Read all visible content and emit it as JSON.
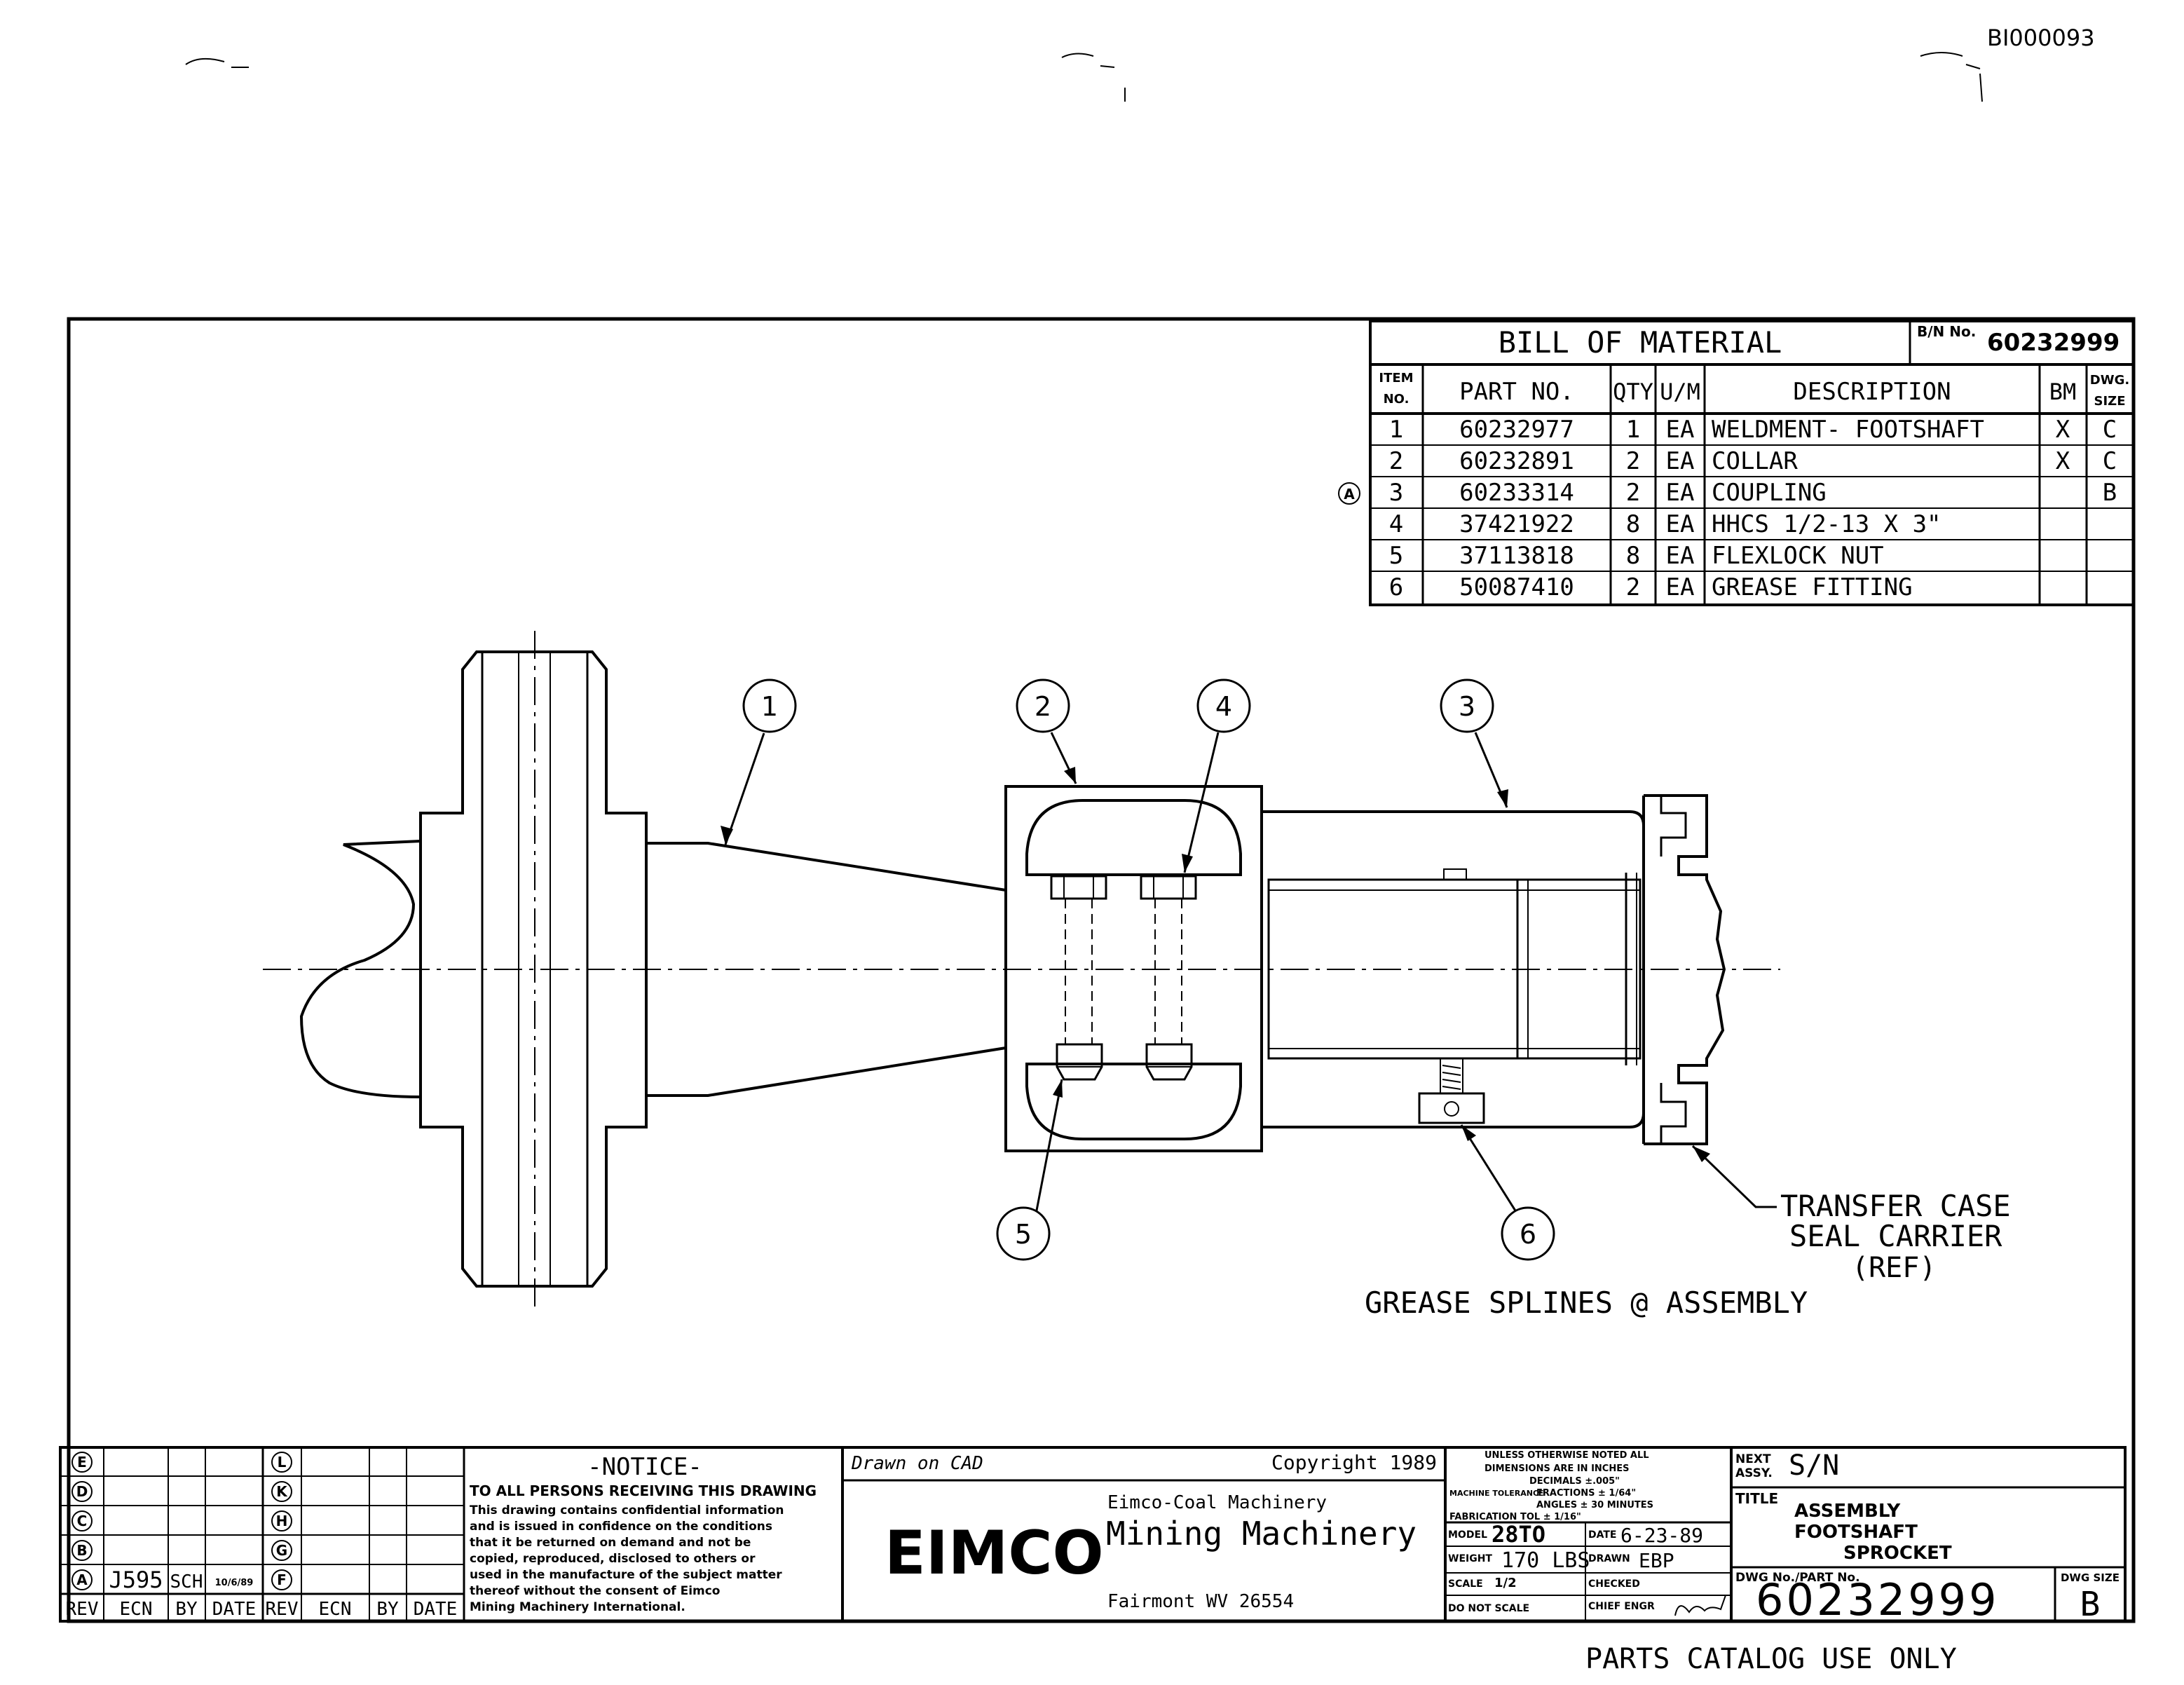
{
  "doc_id": "BI000093",
  "bom": {
    "title": "BILL OF MATERIAL",
    "bn_label": "B/N No.",
    "bn_value": "60232999",
    "headers": {
      "item": "ITEM NO.",
      "part": "PART NO.",
      "qty": "QTY",
      "um": "U/M",
      "desc": "DESCRIPTION",
      "bm": "BM",
      "size": "DWG. SIZE"
    },
    "rows": [
      {
        "item": "1",
        "part": "60232977",
        "qty": "1",
        "um": "EA",
        "desc": "WELDMENT- FOOTSHAFT",
        "bm": "X",
        "size": "C"
      },
      {
        "item": "2",
        "part": "60232891",
        "qty": "2",
        "um": "EA",
        "desc": "COLLAR",
        "bm": "X",
        "size": "C"
      },
      {
        "item": "3",
        "part": "60233314",
        "qty": "2",
        "um": "EA",
        "desc": "COUPLING",
        "bm": "",
        "size": "B"
      },
      {
        "item": "4",
        "part": "37421922",
        "qty": "8",
        "um": "EA",
        "desc": "HHCS 1/2-13 X 3\"",
        "bm": "",
        "size": ""
      },
      {
        "item": "5",
        "part": "37113818",
        "qty": "8",
        "um": "EA",
        "desc": "FLEXLOCK NUT",
        "bm": "",
        "size": ""
      },
      {
        "item": "6",
        "part": "50087410",
        "qty": "2",
        "um": "EA",
        "desc": "GREASE FITTING",
        "bm": "",
        "size": ""
      }
    ],
    "rev_marker": "A"
  },
  "callouts": [
    "1",
    "2",
    "3",
    "4",
    "5",
    "6"
  ],
  "labels": {
    "transfer_1": "TRANSFER CASE",
    "transfer_2": "SEAL CARRIER",
    "transfer_3": "(REF)",
    "grease": "GREASE SPLINES @ ASSEMBLY"
  },
  "revision_block": {
    "letters_left": [
      "E",
      "D",
      "C",
      "B",
      "A"
    ],
    "letters_right": [
      "L",
      "K",
      "H",
      "G",
      "F"
    ],
    "row_a": {
      "ecn": "J595",
      "by": "SCH",
      "date": "10/6/89"
    },
    "footer_left": [
      "REV",
      "ECN",
      "BY",
      "DATE"
    ],
    "footer_right": [
      "REV",
      "ECN",
      "BY",
      "DATE"
    ]
  },
  "notice": {
    "title": "-NOTICE-",
    "heading": "TO ALL PERSONS RECEIVING THIS DRAWING",
    "lines": [
      "This drawing contains confidential information",
      "and is issued in confidence on the conditions",
      "that it be returned on demand and not be",
      "copied, reproduced, disclosed to others or",
      "used in the manufacture of the subject matter",
      "thereof without the consent of Eimco",
      "Mining Machinery International."
    ]
  },
  "company": {
    "drawn_on": "Drawn on CAD",
    "copyright": "Copyright 1989",
    "logo": "EIMCO",
    "line1": "Eimco-Coal Machinery",
    "line2": "Mining Machinery",
    "line3": "Fairmont WV 26554"
  },
  "tolerance": {
    "l1": "UNLESS OTHERWISE NOTED ALL",
    "l2": "DIMENSIONS ARE IN INCHES",
    "l3": "DECIMALS ±.005\"",
    "machine": "MACHINE TOLERANCE",
    "l4": "FRACTIONS ± 1/64\"",
    "l5": "ANGLES ± 30 MINUTES",
    "l6": "FABRICATION TOL ± 1/16\""
  },
  "info": {
    "model_label": "MODEL",
    "model": "28TO",
    "date_label": "DATE",
    "date": "6-23-89",
    "weight_label": "WEIGHT",
    "weight": "170 LBS",
    "drawn_label": "DRAWN",
    "drawn": "EBP",
    "scale_label": "SCALE",
    "scale": "1/2",
    "checked_label": "CHECKED",
    "dns": "DO NOT SCALE",
    "chief_label": "CHIEF ENGR"
  },
  "title_block": {
    "next_label": "NEXT ASSY.",
    "next": "S/N",
    "title_label": "TITLE",
    "t1": "ASSEMBLY",
    "t2": "FOOTSHAFT",
    "t3": "SPROCKET",
    "dwg_label": "DWG No./PART No.",
    "dwg_no": "60232999",
    "size_label": "DWG SIZE",
    "size": "B"
  },
  "footer": "PARTS CATALOG USE ONLY"
}
